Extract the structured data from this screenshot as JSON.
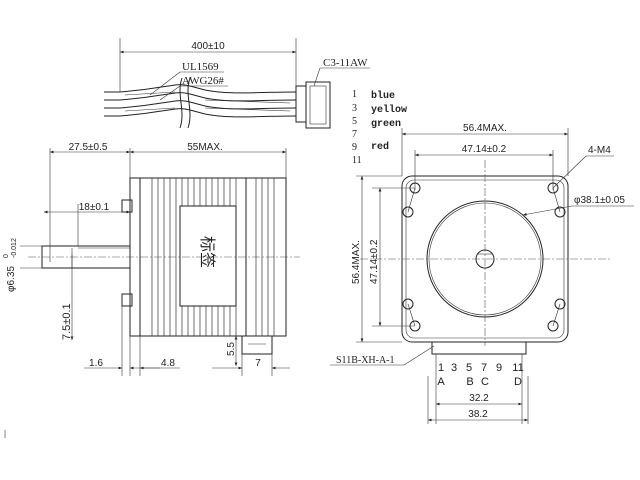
{
  "lead": {
    "length": "400±10",
    "cable_spec": "UL1569",
    "wire_gauge": "AWG26#",
    "connector": "C3-11AW",
    "pin_numbers": [
      "1",
      "3",
      "5",
      "7",
      "9",
      "11"
    ],
    "wire_colors": [
      "blue",
      "yellow",
      "green",
      "red"
    ]
  },
  "side_view": {
    "shaft_length": "27.5±0.5",
    "body_length": "55MAX.",
    "flat_length": "18±0.1",
    "shaft_diameter_main": "φ6.35",
    "shaft_diameter_tol_upper": "0",
    "shaft_diameter_tol_lower": "-0.012",
    "flat_depth": "7.5±0.1",
    "label_text": "标签",
    "flange_thickness": "1.6",
    "boss_height": "4.8",
    "connector_height": "5.5",
    "connector_depth": "7"
  },
  "front_view": {
    "width": "56.4MAX.",
    "hole_spacing_x": "47.14±0.2",
    "hole_spacing_y": "47.14±0.2",
    "height": "56.4MAX.",
    "mount_holes": "4-M4",
    "pilot_diameter": "φ38.1±0.05",
    "connector_model": "S11B-XH-A-1",
    "pin_numbers": [
      "1",
      "3",
      "5",
      "7",
      "9",
      "11"
    ],
    "pin_letters": [
      "A",
      "B",
      "C",
      "D"
    ],
    "pin_span_inner": "32.2",
    "pin_span_outer": "38.2"
  }
}
